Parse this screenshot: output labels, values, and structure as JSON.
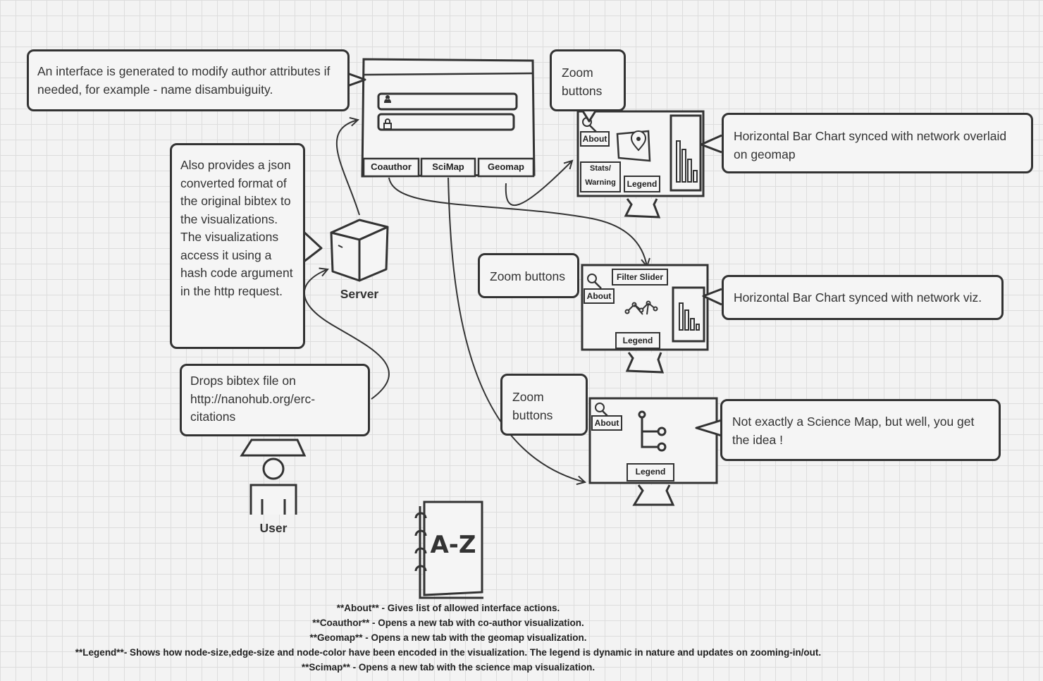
{
  "notes": {
    "interface": "An interface is generated to modify author attributes if needed, for example - name disambuiguity.",
    "json": "Also provides a json converted format of the original bibtex to the visualizations. The visualizations access it using a hash code argument in the http request.",
    "drops": "Drops bibtex file on http://nanohub.org/erc-citations",
    "zoom_geomap": "Zoom buttons",
    "zoom_coauthor": "Zoom buttons",
    "zoom_scimap": "Zoom buttons",
    "bar_geomap": "Horizontal Bar Chart synced with network overlaid on geomap",
    "bar_network": "Horizontal Bar Chart synced with network viz.",
    "scimap_note": "Not exactly a Science Map, but well, you get the idea !"
  },
  "actors": {
    "server": "Server",
    "user": "User"
  },
  "interface_tabs": [
    "Coauthor",
    "SciMap",
    "Geomap"
  ],
  "geomap_viz": {
    "about": "About",
    "stats": "Stats/",
    "warning": "Warning",
    "legend": "Legend"
  },
  "coauthor_viz": {
    "filter": "Filter Slider",
    "about": "About",
    "legend": "Legend"
  },
  "scimap_viz": {
    "about": "About",
    "legend": "Legend"
  },
  "notebook_icon": {
    "letters": "A-Z",
    "icon": "address-book-icon"
  },
  "footnotes": [
    "**About** - Gives list of allowed interface actions.",
    "**Coauthor** - Opens a new tab with co-author visualization.",
    "**Geomap** - Opens a new tab with the geomap visualization.",
    "**Legend**- Shows how node-size,edge-size and node-color have been encoded in the visualization. The legend is dynamic in nature and updates on zooming-in/out.",
    "**Scimap** - Opens a new tab with the science map visualization."
  ]
}
